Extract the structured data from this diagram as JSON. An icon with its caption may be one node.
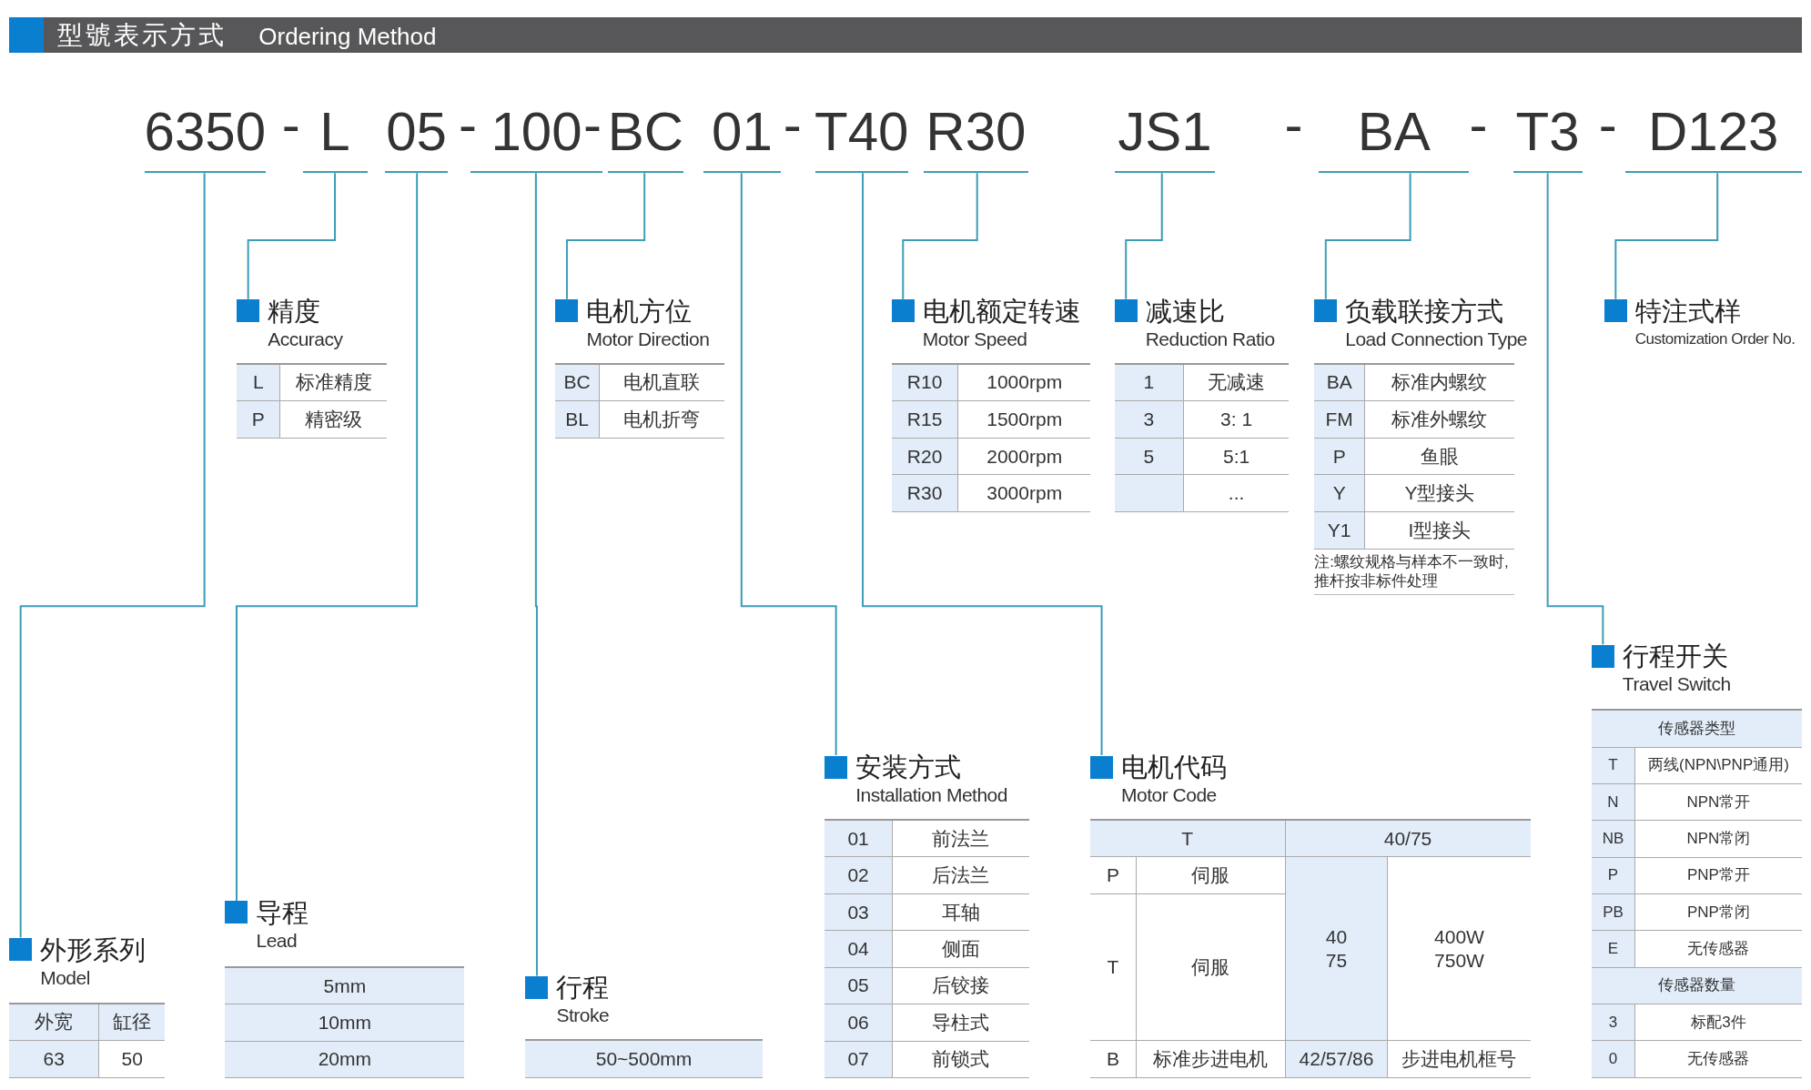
{
  "diagram": {
    "title": "型號表示方式",
    "nodes": [
      {
        "text": [
          "6350"
        ]
      },
      {
        "text": [
          "L"
        ]
      },
      {
        "text": [
          "05"
        ]
      },
      {
        "text": [
          "100"
        ]
      },
      {
        "text": [
          "BC"
        ]
      },
      {
        "text": [
          "01"
        ]
      },
      {
        "text": [
          "T40"
        ]
      },
      {
        "text": [
          "R30"
        ]
      },
      {
        "text": [
          "JS1"
        ]
      },
      {
        "text": [
          "BA"
        ]
      },
      {
        "text": [
          "T3"
        ]
      },
      {
        "text": [
          "D123"
        ]
      },
      {
        "text": [
          "精度",
          "Accuracy"
        ]
      },
      {
        "text": [
          "电机方位",
          "Motor Direction"
        ]
      },
      {
        "text": [
          "电机额定转速",
          "Motor Speed"
        ]
      },
      {
        "text": [
          "减速比",
          "Reduction Ratio"
        ]
      },
      {
        "text": [
          "负载联接方式",
          "Load Connection Type"
        ]
      },
      {
        "text": [
          "特注式样",
          "Customization Order No."
        ]
      },
      {
        "text": [
          "行程开关",
          "Travel Switch"
        ]
      },
      {
        "text": [
          "安装方式",
          "Installation Method"
        ]
      },
      {
        "text": [
          "电机代码",
          "Motor Code"
        ]
      },
      {
        "text": [
          "导程",
          "Lead"
        ]
      },
      {
        "text": [
          "外形系列",
          "Model"
        ]
      },
      {
        "text": [
          "行程",
          "Stroke"
        ]
      }
    ],
    "edges": [
      {
        "from": 0,
        "to": 22,
        "arrow": "none"
      },
      {
        "from": 1,
        "to": 12,
        "arrow": "none"
      },
      {
        "from": 2,
        "to": 21,
        "arrow": "none"
      },
      {
        "from": 3,
        "to": 23,
        "arrow": "none"
      },
      {
        "from": 4,
        "to": 13,
        "arrow": "none"
      },
      {
        "from": 5,
        "to": 19,
        "arrow": "none"
      },
      {
        "from": 6,
        "to": 20,
        "arrow": "none"
      },
      {
        "from": 7,
        "to": 14,
        "arrow": "none"
      },
      {
        "from": 8,
        "to": 15,
        "arrow": "none"
      },
      {
        "from": 9,
        "to": 16,
        "arrow": "none"
      },
      {
        "from": 10,
        "to": 18,
        "arrow": "none"
      },
      {
        "from": 11,
        "to": 17,
        "arrow": "none"
      }
    ],
    "labels": [
      "Ordering Method",
      "-",
      "-",
      "-",
      "-",
      "-",
      "-",
      "-",
      "L",
      "标准精度",
      "P",
      "精密级",
      "BC",
      "电机直联",
      "BL",
      "电机折弯",
      "R10",
      "1000rpm",
      "R15",
      "1500rpm",
      "R20",
      "2000rpm",
      "R30",
      "3000rpm",
      "1",
      "无减速",
      "3",
      "3: 1",
      "5",
      "5:1",
      "...",
      "BA",
      "标准内螺纹",
      "FM",
      "标准外螺纹",
      "P",
      "鱼眼",
      "Y",
      "Y型接头",
      "Y1",
      "I型接头",
      "注:螺纹规格与样本不一致时,推杆按非标件处理",
      "传感器类型",
      "T",
      "两线(NPN\\PNP通用)",
      "N",
      "NPN常开",
      "NB",
      "NPN常闭",
      "P",
      "PNP常开",
      "PB",
      "PNP常闭",
      "E",
      "无传感器",
      "传感器数量",
      "3",
      "标配3件",
      "0",
      "无传感器",
      "01",
      "前法兰",
      "02",
      "后法兰",
      "03",
      "耳轴",
      "04",
      "侧面",
      "05",
      "后铰接",
      "06",
      "导柱式",
      "07",
      "前锁式",
      "T",
      "40/75",
      "P",
      "伺服",
      "40 75",
      "400W 750W",
      "T",
      "伺服",
      "B",
      "标准步进电机",
      "42/57/86",
      "步进电机框号",
      "外宽",
      "缸径",
      "63",
      "50",
      "5mm",
      "10mm",
      "20mm",
      "50~500mm"
    ]
  }
}
